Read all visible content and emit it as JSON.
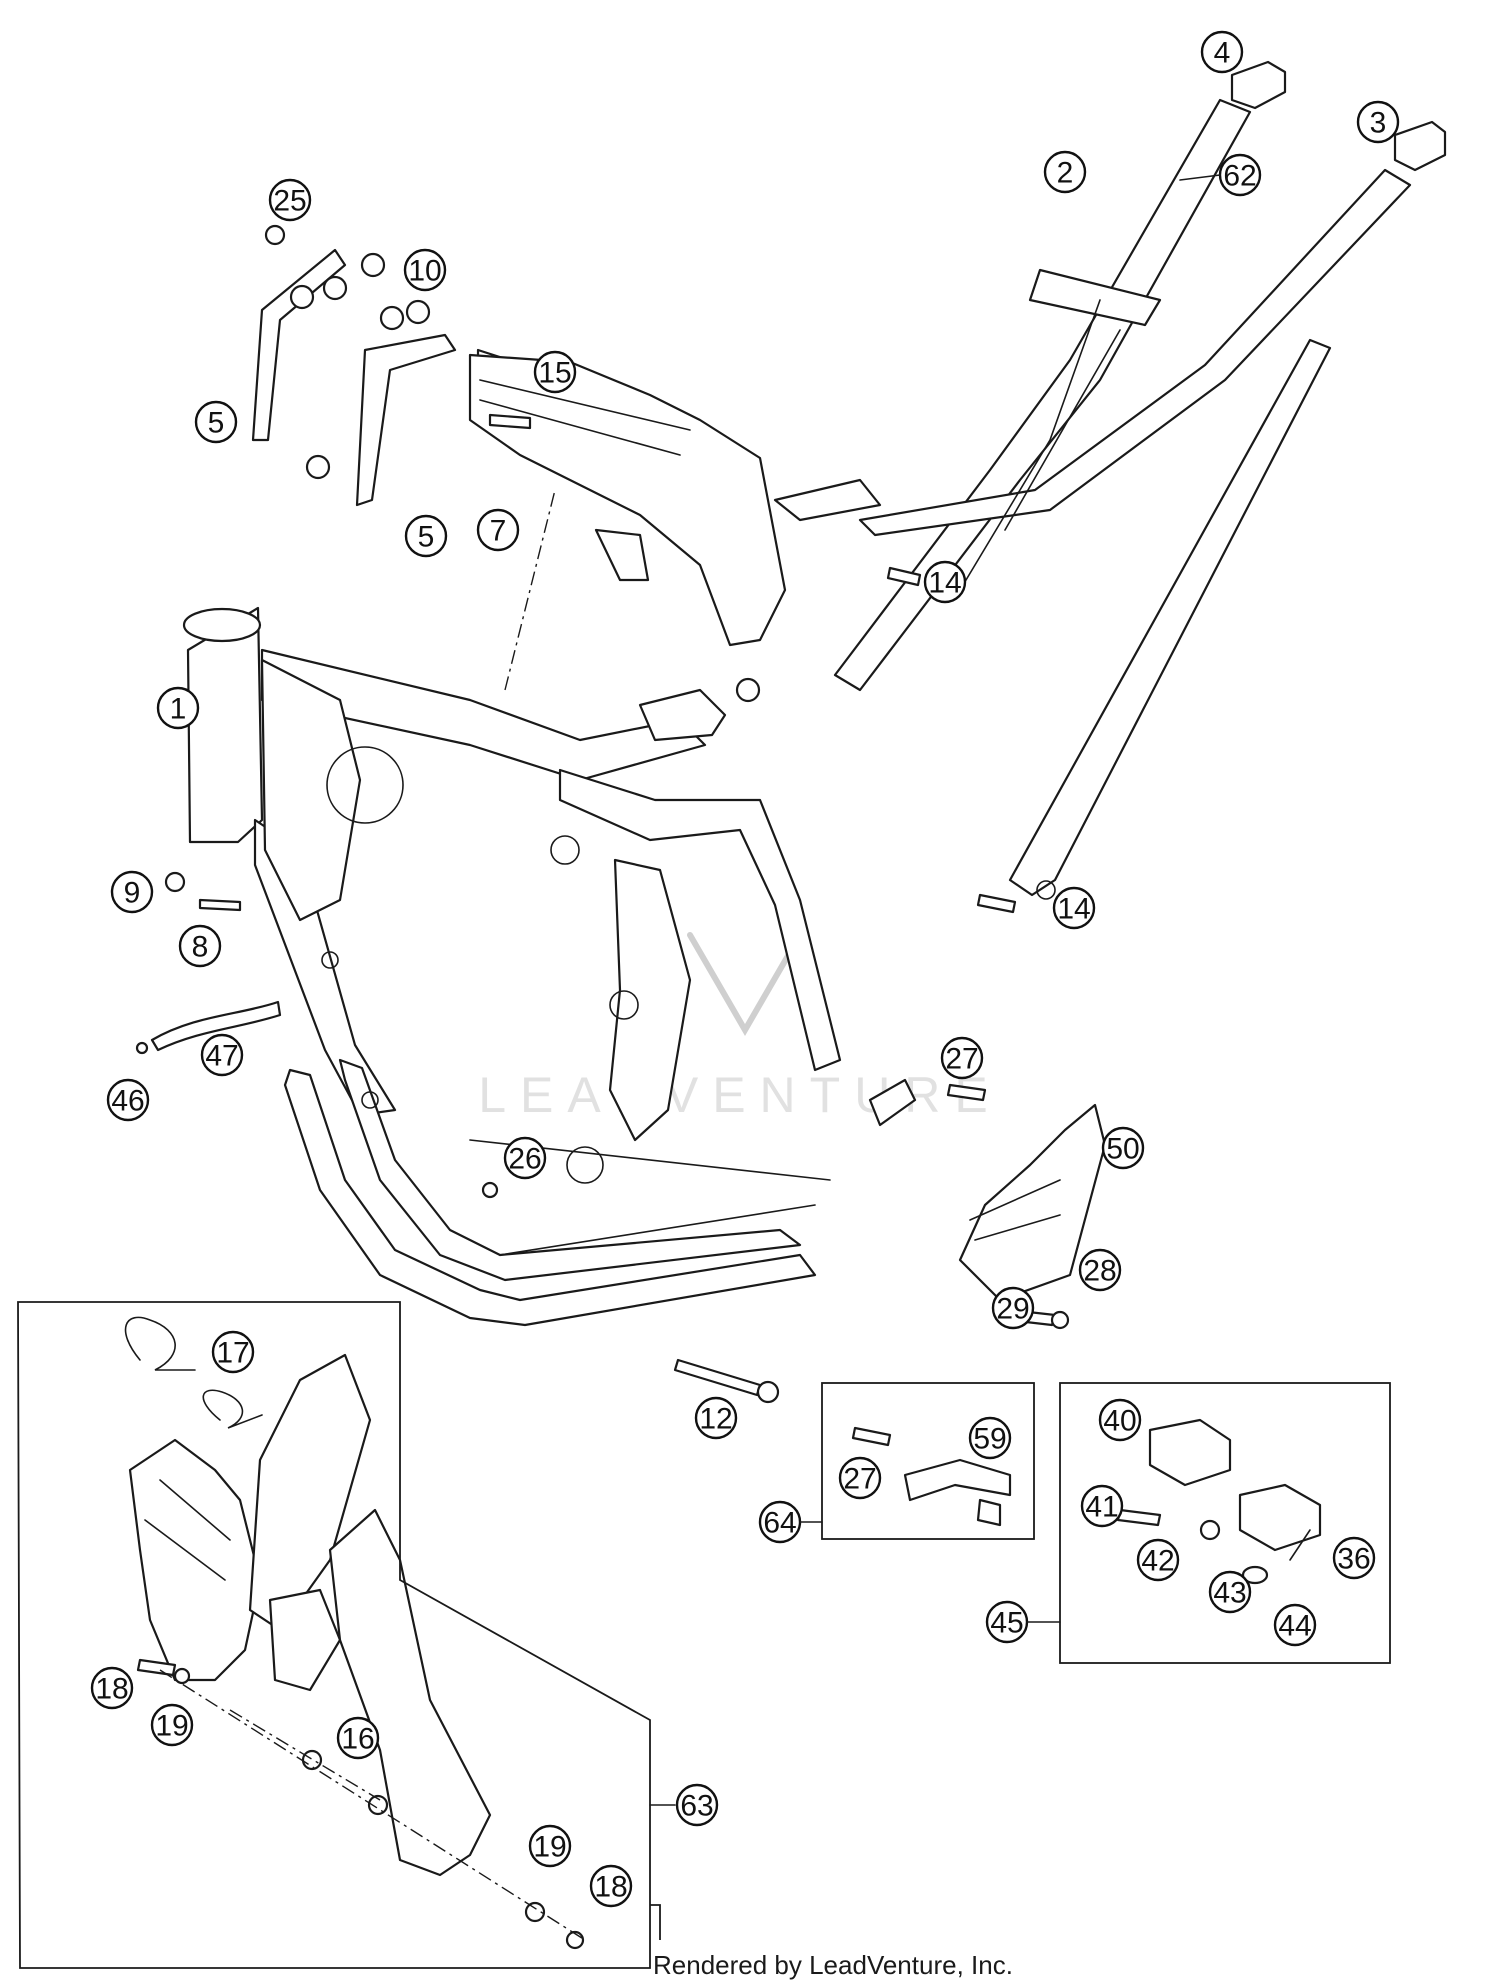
{
  "diagram": {
    "callouts": [
      "1",
      "2",
      "3",
      "4",
      "5",
      "5",
      "7",
      "8",
      "9",
      "10",
      "12",
      "14",
      "14",
      "15",
      "16",
      "17",
      "18",
      "18",
      "19",
      "19",
      "25",
      "26",
      "27",
      "27",
      "28",
      "29",
      "36",
      "40",
      "41",
      "42",
      "43",
      "44",
      "45",
      "46",
      "47",
      "50",
      "59",
      "62",
      "63",
      "64"
    ],
    "watermark": "LEADVENTURE",
    "credit": "Rendered by LeadVenture, Inc."
  }
}
